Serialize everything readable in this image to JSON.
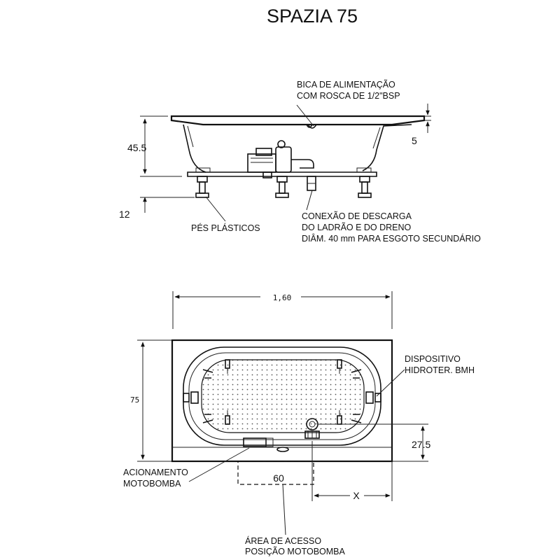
{
  "title": "SPAZIA 75",
  "side_view": {
    "spout_label_line1": "BICA DE ALIMENTAÇÃO",
    "spout_label_line2": "COM ROSCA DE 1/2\"BSP",
    "dim_height": "45.5",
    "dim_rim": "5",
    "dim_feet": "12",
    "feet_label": "PÉS PLÁSTICOS",
    "drain_label_line1": "CONEXÃO DE DESCARGA",
    "drain_label_line2": "DO LADRÃO E DO DRENO",
    "drain_label_line3": "DIÂM. 40 mm PARA ESGOTO SECUNDÁRIO"
  },
  "top_view": {
    "dim_length": "1,60",
    "dim_width": "75",
    "dim_drain_offset": "27.5",
    "dim_access_width": "60",
    "dim_x": "X",
    "hydro_label_line1": "DISPOSITIVO",
    "hydro_label_line2": "HIDROTER. BMH",
    "pump_label_line1": "ACIONAMENTO",
    "pump_label_line2": "MOTOBOMBA",
    "access_label_line1": "ÁREA DE ACESSO",
    "access_label_line2": "POSIÇÃO MOTOBOMBA"
  }
}
